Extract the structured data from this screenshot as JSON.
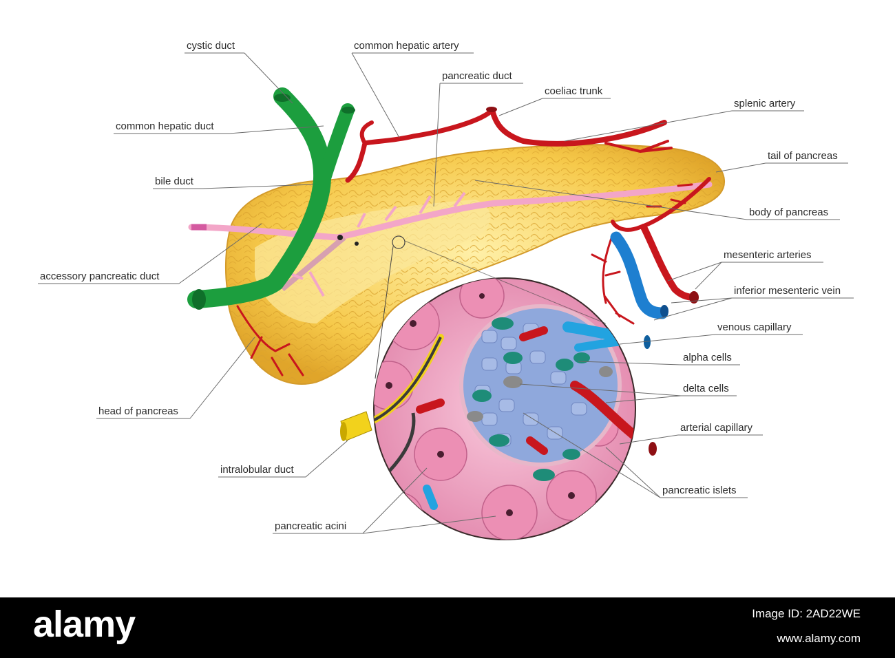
{
  "labels": {
    "cystic_duct": "cystic duct",
    "common_hepatic_artery": "common hepatic artery",
    "pancreatic_duct": "pancreatic duct",
    "coeliac_trunk": "coeliac trunk",
    "common_hepatic_duct": "common hepatic duct",
    "splenic_artery": "splenic artery",
    "tail_of_pancreas": "tail of pancreas",
    "bile_duct": "bile duct",
    "body_of_pancreas": "body of pancreas",
    "accessory_pancreatic_duct": "accessory pancreatic duct",
    "mesenteric_arteries": "mesenteric arteries",
    "inferior_mesenteric_vein": "inferior mesenteric vein",
    "venous_capillary": "venous capillary",
    "alpha_cells": "alpha cells",
    "delta_cells": "delta cells",
    "head_of_pancreas": "head of pancreas",
    "arterial_capillary": "arterial capillary",
    "intralobular_duct": "intralobular duct",
    "pancreatic_islets": "pancreatic islets",
    "pancreatic_acini": "pancreatic acini"
  },
  "watermark": {
    "brand": "alamy",
    "image_id": "Image ID: 2AD22WE",
    "site": "www.alamy.com"
  },
  "colors": {
    "pancreas": "#f6c94a",
    "duct_green": "#1c9e3e",
    "artery_red": "#c8161d",
    "vein_blue": "#1e7fd0",
    "pancreatic_duct_pink": "#f3a6c8",
    "acini_pink": "#f2a5c0",
    "islet_blue": "#8fa8dc",
    "alpha_teal": "#1e8c78",
    "delta_grey": "#8a8a8a",
    "intralobular_yellow": "#f2d21c"
  }
}
